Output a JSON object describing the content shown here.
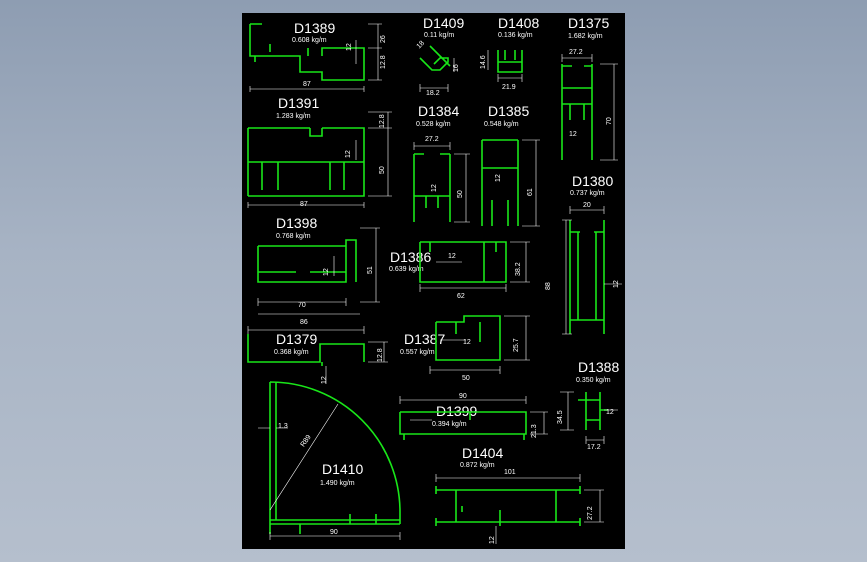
{
  "profiles": [
    {
      "id": "p1389",
      "code": "D1389",
      "weight": "0.608 kg/m",
      "dims": [
        "26",
        "12",
        "12.8",
        "87"
      ]
    },
    {
      "id": "p1409",
      "code": "D1409",
      "weight": "0.11 kg/m",
      "dims": [
        "16",
        "18.2",
        "18"
      ]
    },
    {
      "id": "p1408",
      "code": "D1408",
      "weight": "0.136 kg/m",
      "dims": [
        "14.6",
        "21.9"
      ]
    },
    {
      "id": "p1375",
      "code": "D1375",
      "weight": "1.682 kg/m",
      "dims": [
        "27.2",
        "70",
        "12"
      ]
    },
    {
      "id": "p1391",
      "code": "D1391",
      "weight": "1.283 kg/m",
      "dims": [
        "12.8",
        "12",
        "50",
        "87"
      ]
    },
    {
      "id": "p1384",
      "code": "D1384",
      "weight": "0.528 kg/m",
      "dims": [
        "27.2",
        "12",
        "50"
      ]
    },
    {
      "id": "p1385",
      "code": "D1385",
      "weight": "0.548 kg/m",
      "dims": [
        "12",
        "61"
      ]
    },
    {
      "id": "p1380",
      "code": "D1380",
      "weight": "0.737 kg/m",
      "dims": [
        "20",
        "88",
        "12"
      ]
    },
    {
      "id": "p1398",
      "code": "D1398",
      "weight": "0.768 kg/m",
      "dims": [
        "12",
        "51",
        "70",
        "86"
      ]
    },
    {
      "id": "p1386",
      "code": "D1386",
      "weight": "0.639 kg/m",
      "dims": [
        "12",
        "38.2",
        "62"
      ]
    },
    {
      "id": "p1379",
      "code": "D1379",
      "weight": "0.368 kg/m",
      "dims": [
        "12.8",
        "12"
      ]
    },
    {
      "id": "p1387",
      "code": "D1387",
      "weight": "0.557 kg/m",
      "dims": [
        "12",
        "25.7",
        "50"
      ]
    },
    {
      "id": "p1388",
      "code": "D1388",
      "weight": "0.350 kg/m",
      "dims": [
        "34.5",
        "12",
        "17.2"
      ]
    },
    {
      "id": "p1399",
      "code": "D1399",
      "weight": "0.394 kg/m",
      "dims": [
        "90",
        "21.3"
      ]
    },
    {
      "id": "p1404",
      "code": "D1404",
      "weight": "0.872 kg/m",
      "dims": [
        "101",
        "27.2",
        "12"
      ]
    },
    {
      "id": "p1410",
      "code": "D1410",
      "weight": "1.490 kg/m",
      "dims": [
        "1.3",
        "R89",
        "90"
      ]
    }
  ]
}
